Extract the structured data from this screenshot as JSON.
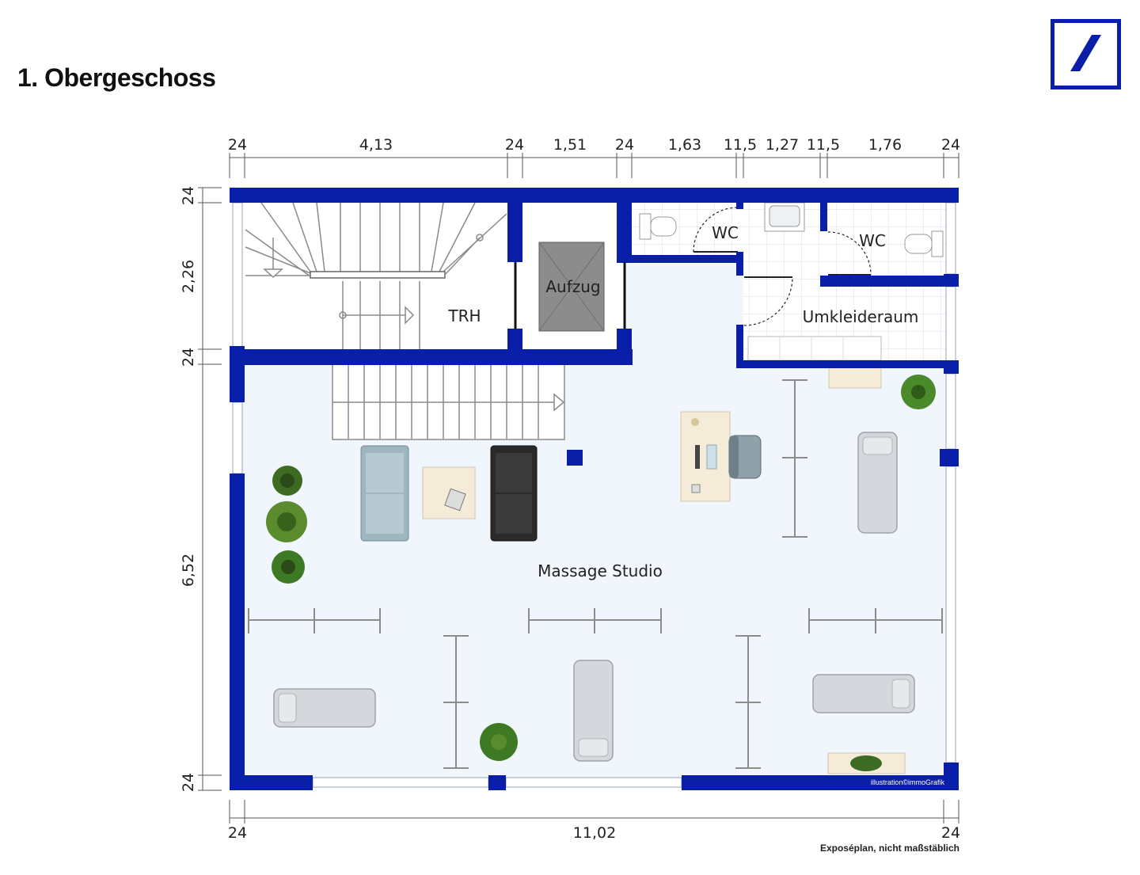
{
  "header": {
    "title": "1. Obergeschoss"
  },
  "logo": {
    "icon": "bank-logo-slash-square",
    "color": "#0A1FA8"
  },
  "colors": {
    "wall": "#0A1FA8",
    "floor": "#F1F6FC",
    "tile_grid": "#D8DDE4",
    "stairs": "#8A8A8A",
    "elevator": "#8C8C8C"
  },
  "dimensions": {
    "top": [
      "24",
      "4,13",
      "24",
      "1,51",
      "24",
      "1,63",
      "11,5",
      "1,27",
      "11,5",
      "1,76",
      "24"
    ],
    "left": [
      "24",
      "2,26",
      "24",
      "6,52",
      "24"
    ],
    "bottom": [
      "24",
      "11,02",
      "24"
    ]
  },
  "rooms": {
    "trh": "TRH",
    "aufzug": "Aufzug",
    "wc_left": "WC",
    "wc_right": "WC",
    "umkleideraum": "Umkleideraum",
    "massage_studio": "Massage Studio"
  },
  "credit": "illustration©immoGrafik",
  "footnote": "Exposéplan, nicht maßstäblich"
}
